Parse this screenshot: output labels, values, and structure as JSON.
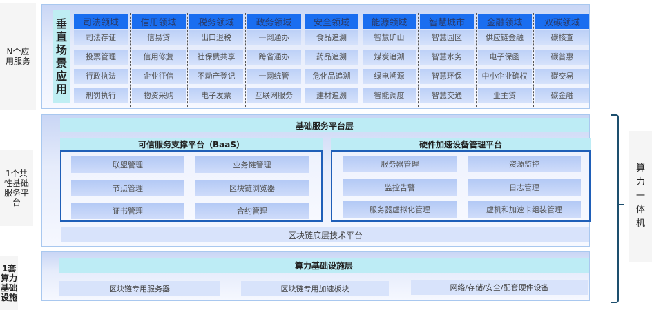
{
  "left_labels": {
    "n_apps": "N个应用服务",
    "common_platform": "1个共性基础服务平台",
    "infra": "1套算力基础设施"
  },
  "right_label": "算力一体机",
  "top_layer": {
    "title": "垂直场景应用",
    "columns": [
      {
        "header": "司法领域",
        "items": [
          "司法存证",
          "投票管理",
          "行政执法",
          "刑罚执行"
        ]
      },
      {
        "header": "信用领域",
        "items": [
          "信易贷",
          "信用修复",
          "企业征信",
          "物资采购"
        ]
      },
      {
        "header": "税务领域",
        "items": [
          "出口退税",
          "社保费共享",
          "不动产登记",
          "电子发票"
        ]
      },
      {
        "header": "政务领域",
        "items": [
          "一网通办",
          "跨省通办",
          "一网统管",
          "互联网服务"
        ]
      },
      {
        "header": "安全领域",
        "items": [
          "食品追溯",
          "药品追溯",
          "危化品追溯",
          "建材追溯"
        ]
      },
      {
        "header": "能源领域",
        "items": [
          "智慧矿山",
          "煤炭追溯",
          "绿电溯源",
          "智能调度"
        ]
      },
      {
        "header": "智慧城市",
        "items": [
          "智慧园区",
          "智慧水务",
          "智慧环保",
          "智慧交通"
        ]
      },
      {
        "header": "金融领域",
        "items": [
          "供应链金融",
          "电子保函",
          "中小企业确权",
          "业主贷"
        ]
      },
      {
        "header": "双碳领域",
        "items": [
          "碳核查",
          "碳普惠",
          "碳交易",
          "碳金融"
        ]
      }
    ]
  },
  "middle_layer": {
    "title": "基础服务平台层",
    "baas": {
      "title": "可信服务支撑平台（BaaS）",
      "items": [
        "联盟管理",
        "业务链管理",
        "节点管理",
        "区块链浏览器",
        "证书管理",
        "合约管理"
      ]
    },
    "hardware": {
      "title": "硬件加速设备管理平台",
      "items": [
        "服务器管理",
        "资源监控",
        "监控告警",
        "日志管理",
        "服务器虚拟化管理",
        "虚机和加速卡组装管理"
      ]
    },
    "bottom_bar": "区块链底层技术平台"
  },
  "bottom_layer": {
    "title": "算力基础设施层",
    "items": [
      "区块链专用服务器",
      "区块链专用加速板块",
      "网络/存储/安全/配套硬件设备"
    ]
  }
}
